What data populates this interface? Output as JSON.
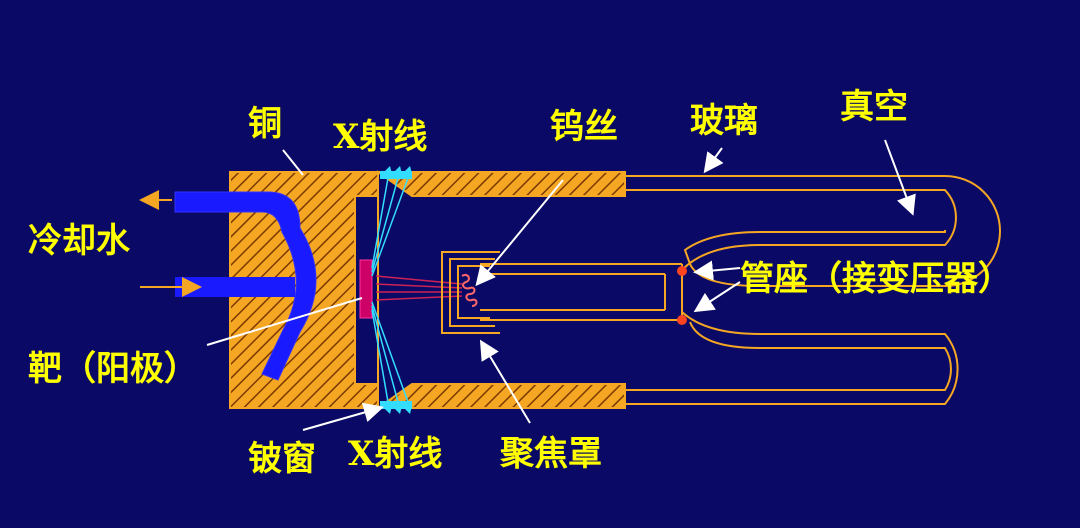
{
  "diagram": {
    "labels": {
      "copper": "铜",
      "xray_top": "X射线",
      "tungsten_wire": "钨丝",
      "glass": "玻璃",
      "vacuum": "真空",
      "cooling_water": "冷却水",
      "socket": "管座（接变压器）",
      "target": "靶（阳极）",
      "beryllium_window": "铍窗",
      "xray_bottom": "X射线",
      "focusing_cup": "聚焦罩"
    },
    "colors": {
      "background": "#0a0a66",
      "text": "#ffff00",
      "copper": "#f5a623",
      "water": "#1a1aff",
      "target": "#cc0066",
      "xray": "#33ddff",
      "pointer": "#ffffff",
      "tube": "#f5a623"
    }
  }
}
